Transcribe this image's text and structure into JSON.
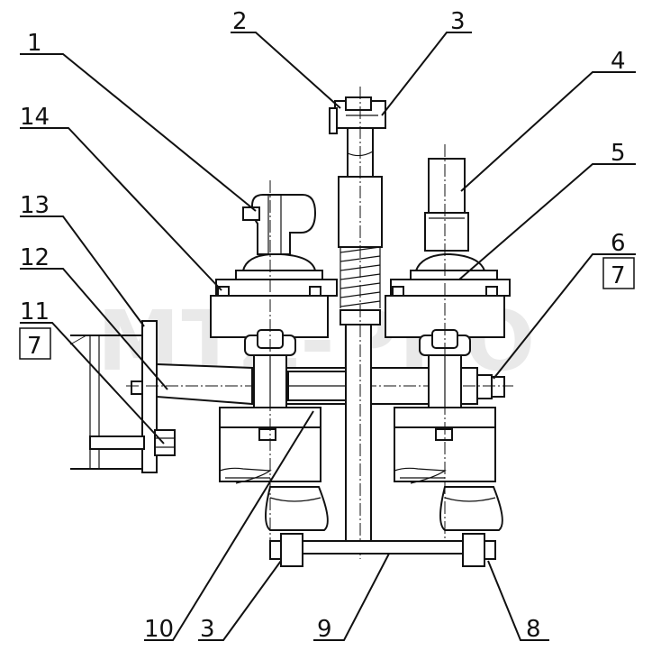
{
  "watermark": "MTZ-PRO",
  "callouts": [
    {
      "id": "callout-1",
      "text": "1"
    },
    {
      "id": "callout-2",
      "text": "2"
    },
    {
      "id": "callout-3-top",
      "text": "3"
    },
    {
      "id": "callout-4",
      "text": "4"
    },
    {
      "id": "callout-5",
      "text": "5"
    },
    {
      "id": "callout-6",
      "text": "6"
    },
    {
      "id": "callout-7-right",
      "text": "7"
    },
    {
      "id": "callout-14",
      "text": "14"
    },
    {
      "id": "callout-13",
      "text": "13"
    },
    {
      "id": "callout-12",
      "text": "12"
    },
    {
      "id": "callout-11",
      "text": "11"
    },
    {
      "id": "callout-7-left",
      "text": "7"
    },
    {
      "id": "callout-10",
      "text": "10"
    },
    {
      "id": "callout-3-bottom",
      "text": "3"
    },
    {
      "id": "callout-9",
      "text": "9"
    },
    {
      "id": "callout-8",
      "text": "8"
    }
  ]
}
